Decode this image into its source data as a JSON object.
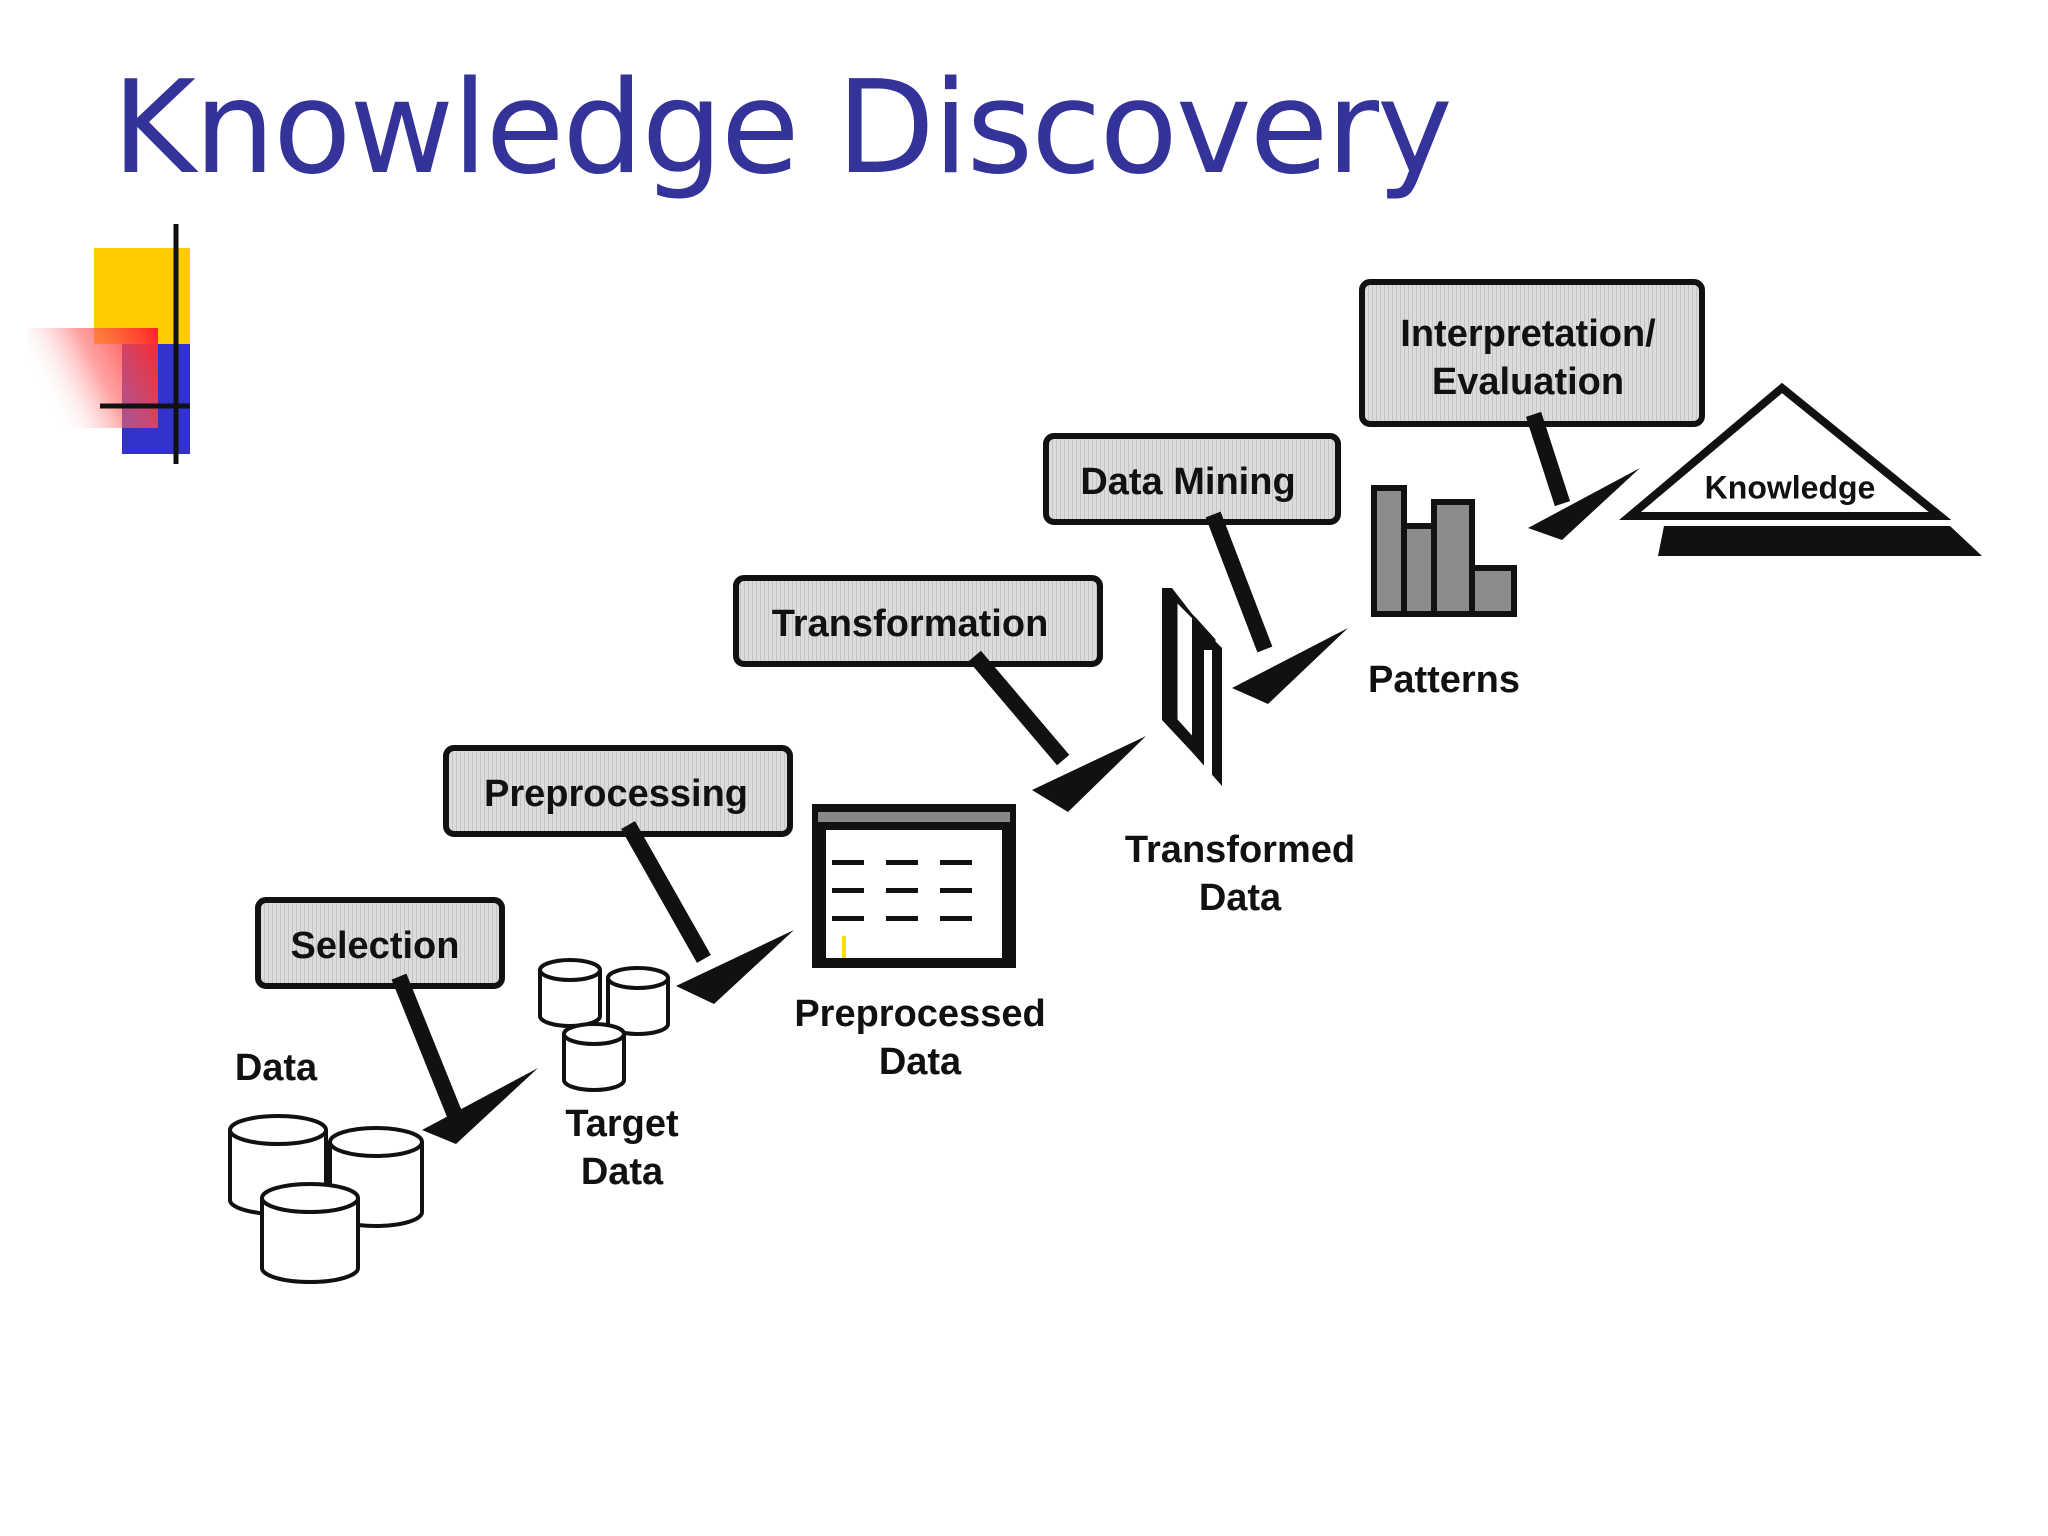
{
  "slide": {
    "title": "Knowledge Discovery",
    "title_color": "#333399"
  },
  "steps": [
    {
      "label": "Selection"
    },
    {
      "label": "Preprocessing"
    },
    {
      "label": "Transformation"
    },
    {
      "label": "Data Mining"
    },
    {
      "label": "Interpretation/",
      "label2": "Evaluation"
    }
  ],
  "artifacts": {
    "data": "Data",
    "target_data": [
      "Target",
      "Data"
    ],
    "preprocessed_data": [
      "Preprocessed",
      "Data"
    ],
    "transformed_data": [
      "Transformed",
      "Data"
    ],
    "patterns": "Patterns",
    "knowledge": "Knowledge"
  },
  "colors": {
    "box_fill": "#d9d9d9",
    "outline": "#111111",
    "bar_fill": "#8c8c8c",
    "deco_yellow": "#ffcc00",
    "deco_blue": "#3333cc",
    "deco_red": "#ff3333"
  }
}
